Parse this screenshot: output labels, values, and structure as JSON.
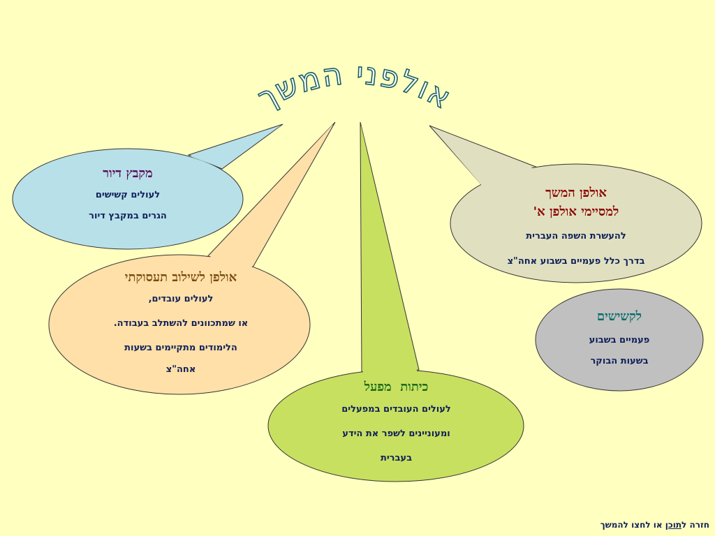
{
  "title": "אולפני המשך",
  "bubbles": {
    "housing": {
      "title": "מקבץ דיור",
      "lines": [
        "לעולים קשישים",
        "הגרים במקבץ דיור"
      ],
      "fill": "#b8e0e8",
      "title_color": "#5a0a5a"
    },
    "continuation": {
      "title_lines": [
        "אולפן המשך",
        "למסיימי אולפן א'"
      ],
      "lines": [
        "להעשרת השפה העברית",
        "בדרך כלל פעמיים בשבוע אחה\"צ"
      ],
      "fill": "#e0e0c0",
      "title_color": "#8b0000"
    },
    "employment": {
      "title": "אולפן לשילוב תעסוקתי",
      "lines": [
        "לעולים עובדים,",
        "או שמתכוונים להשתלב בעבודה.",
        "הלימודים מתקיימים בשעות",
        "אחה\"צ"
      ],
      "fill": "#ffe0a8",
      "title_color": "#7a4a10"
    },
    "elderly": {
      "title": "לקשישים",
      "lines": [
        "פעמיים בשבוע",
        "בשעות הבוקר"
      ],
      "fill": "#c0c0c0",
      "title_color": "#0a6a6a"
    },
    "factory": {
      "title": "כיתות  מפעל",
      "lines": [
        "לעולים העובדים במפעלים",
        "ומעוניינים לשפר את הידע",
        "בעברית"
      ],
      "fill": "#c8e060",
      "title_color": "#1a6a1a"
    }
  },
  "footer": {
    "prefix": "חזרה ל",
    "link": "תוכן",
    "suffix": " או לחצו להמשך"
  }
}
